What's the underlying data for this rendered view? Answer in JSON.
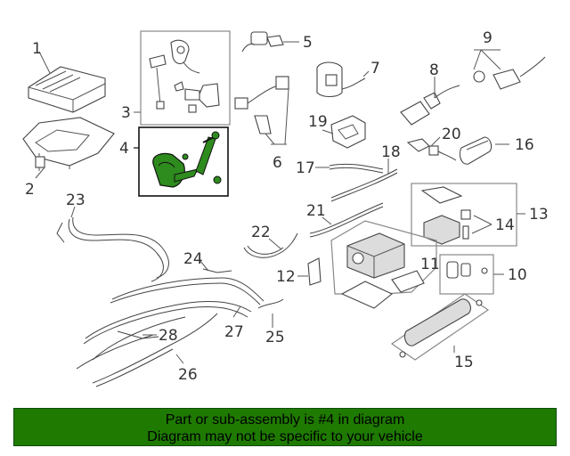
{
  "callouts": [
    "1",
    "2",
    "3",
    "4",
    "5",
    "6",
    "7",
    "8",
    "9",
    "10",
    "11",
    "12",
    "13",
    "14",
    "15",
    "16",
    "17",
    "18",
    "19",
    "20",
    "21",
    "22",
    "23",
    "24",
    "25",
    "26",
    "27",
    "28"
  ],
  "highlight": {
    "part_number": "4",
    "color": "#2e8b1e"
  },
  "banner": {
    "line1": "Part or sub-assembly is #4 in diagram",
    "line2": "Diagram may not be specific to your vehicle",
    "bg_color": "#1e7a00"
  }
}
